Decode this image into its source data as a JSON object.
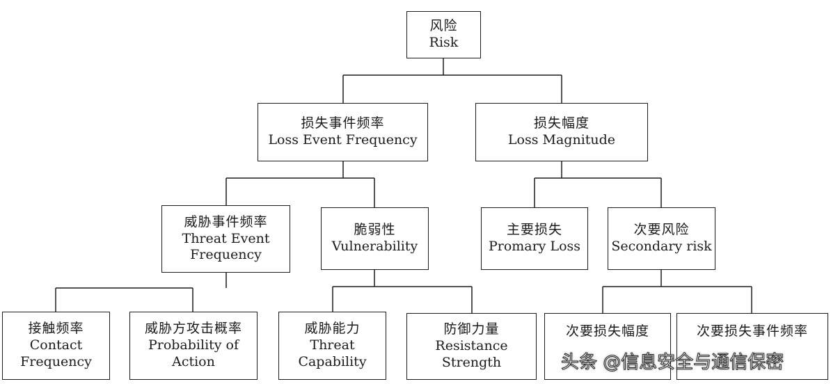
{
  "nodes": {
    "risk": {
      "zh": "风险",
      "en": "Risk"
    },
    "lef": {
      "zh": "损失事件频率",
      "en": "Loss Event Frequency"
    },
    "lm": {
      "zh": "损失幅度",
      "en": "Loss Magnitude"
    },
    "tef": {
      "zh": "威胁事件频率",
      "en": "Threat Event\nFrequency"
    },
    "vuln": {
      "zh": "脆弱性",
      "en": "Vulnerability"
    },
    "pl": {
      "zh": "主要损失",
      "en": "Promary Loss"
    },
    "sr": {
      "zh": "次要风险",
      "en": "Secondary risk"
    },
    "cf": {
      "zh": "接触频率",
      "en": "Contact\nFrequency"
    },
    "poa": {
      "zh": "威胁方攻击概率",
      "en": "Probability of\nAction"
    },
    "tc": {
      "zh": "威胁能力",
      "en": "Threat\nCapability"
    },
    "rs": {
      "zh": "防御力量",
      "en": "Resistance\nStrength"
    },
    "slm": {
      "zh": "次要损失幅度",
      "en": ""
    },
    "slef": {
      "zh": "次要损失事件频率",
      "en": ""
    }
  },
  "watermark": "头条 @信息安全与通信保密"
}
